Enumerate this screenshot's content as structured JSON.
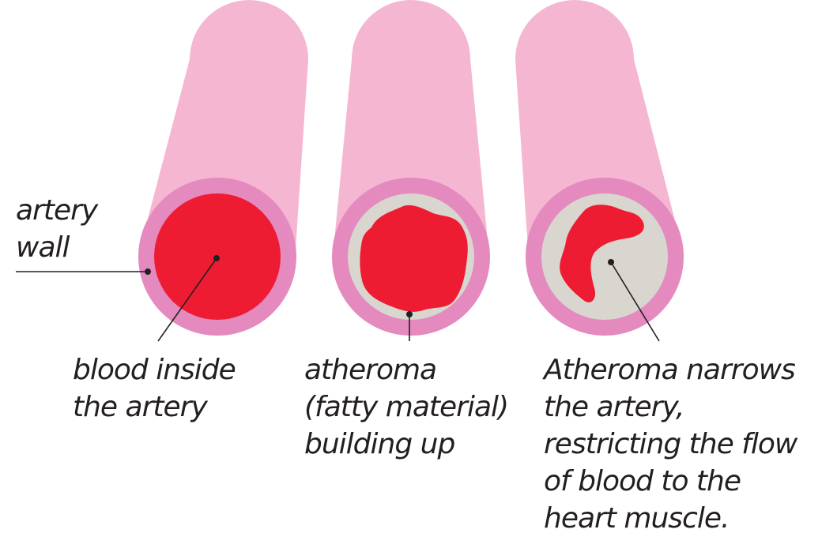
{
  "colors": {
    "tube_body": "#f5b6d2",
    "artery_wall": "#e48abf",
    "blood": "#ed1c32",
    "atheroma": "#d8d6cf",
    "line": "#231f20",
    "text": "#231f20"
  },
  "labels": {
    "artery_wall": [
      "artery",
      "wall"
    ],
    "blood_inside": [
      "blood inside",
      "the artery"
    ],
    "atheroma_building": [
      "atheroma",
      "(fatty material)",
      "building up"
    ],
    "atheroma_narrows": [
      "Atheroma narrows",
      "the artery,",
      "restricting the flow",
      "of blood to the",
      "heart muscle."
    ]
  }
}
